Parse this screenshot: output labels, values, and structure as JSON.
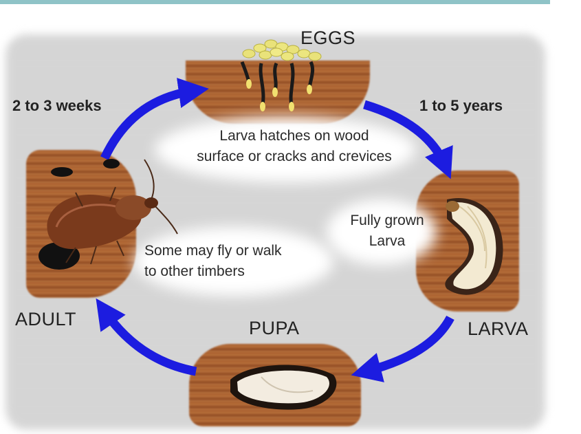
{
  "stages": {
    "eggs": "EGGS",
    "larva": "LARVA",
    "pupa": "PUPA",
    "adult": "ADULT"
  },
  "durations": {
    "eggs_to_larva": "1 to 5 years",
    "adult_to_eggs": "2 to 3 weeks"
  },
  "notes": {
    "hatch_line1": "Larva hatches on wood",
    "hatch_line2": "surface or cracks and crevices",
    "larva_line1": "Fully grown",
    "larva_line2": "Larva",
    "adult_line1": "Some may fly or walk",
    "adult_line2": "to other timbers"
  },
  "colors": {
    "arrow": "#1c1ce0",
    "wood": "#a35a2c",
    "accent_rule": "#8fc3c7"
  }
}
